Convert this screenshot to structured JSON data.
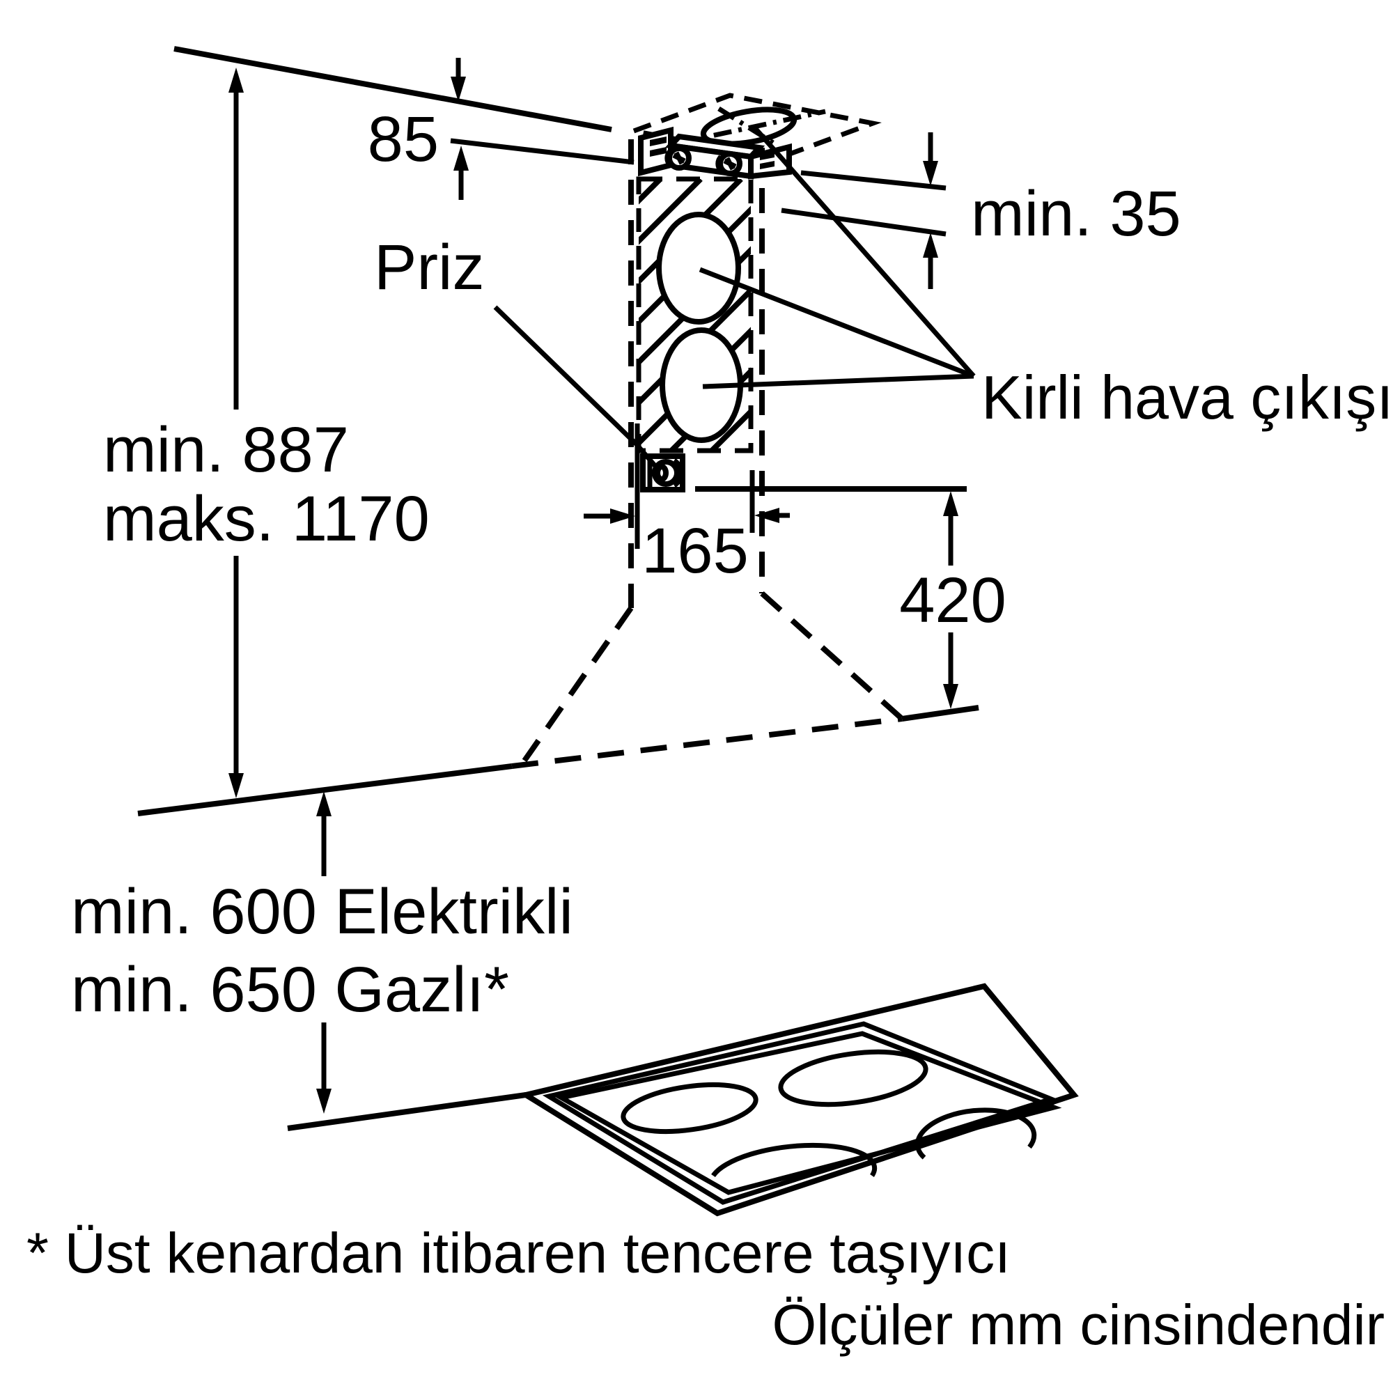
{
  "diagram": {
    "dimensions": {
      "chimney_top_width": "85",
      "ceiling_clearance": "min. 35",
      "height_min": "min. 887",
      "height_max": "maks. 1170",
      "duct_opening_width": "165",
      "canopy_height": "420",
      "hob_clearance_electric": "min. 600 Elektrikli",
      "hob_clearance_gas": "min. 650 Gazlı*"
    },
    "labels": {
      "socket": "Priz",
      "exhaust_outlet": "Kirli hava çıkışı"
    },
    "notes": {
      "footnote": "* Üst kenardan itibaren tencere taşıyıcı",
      "units": "Ölçüler mm cinsindendir"
    },
    "colors": {
      "ink": "#000000",
      "background": "#ffffff"
    }
  }
}
